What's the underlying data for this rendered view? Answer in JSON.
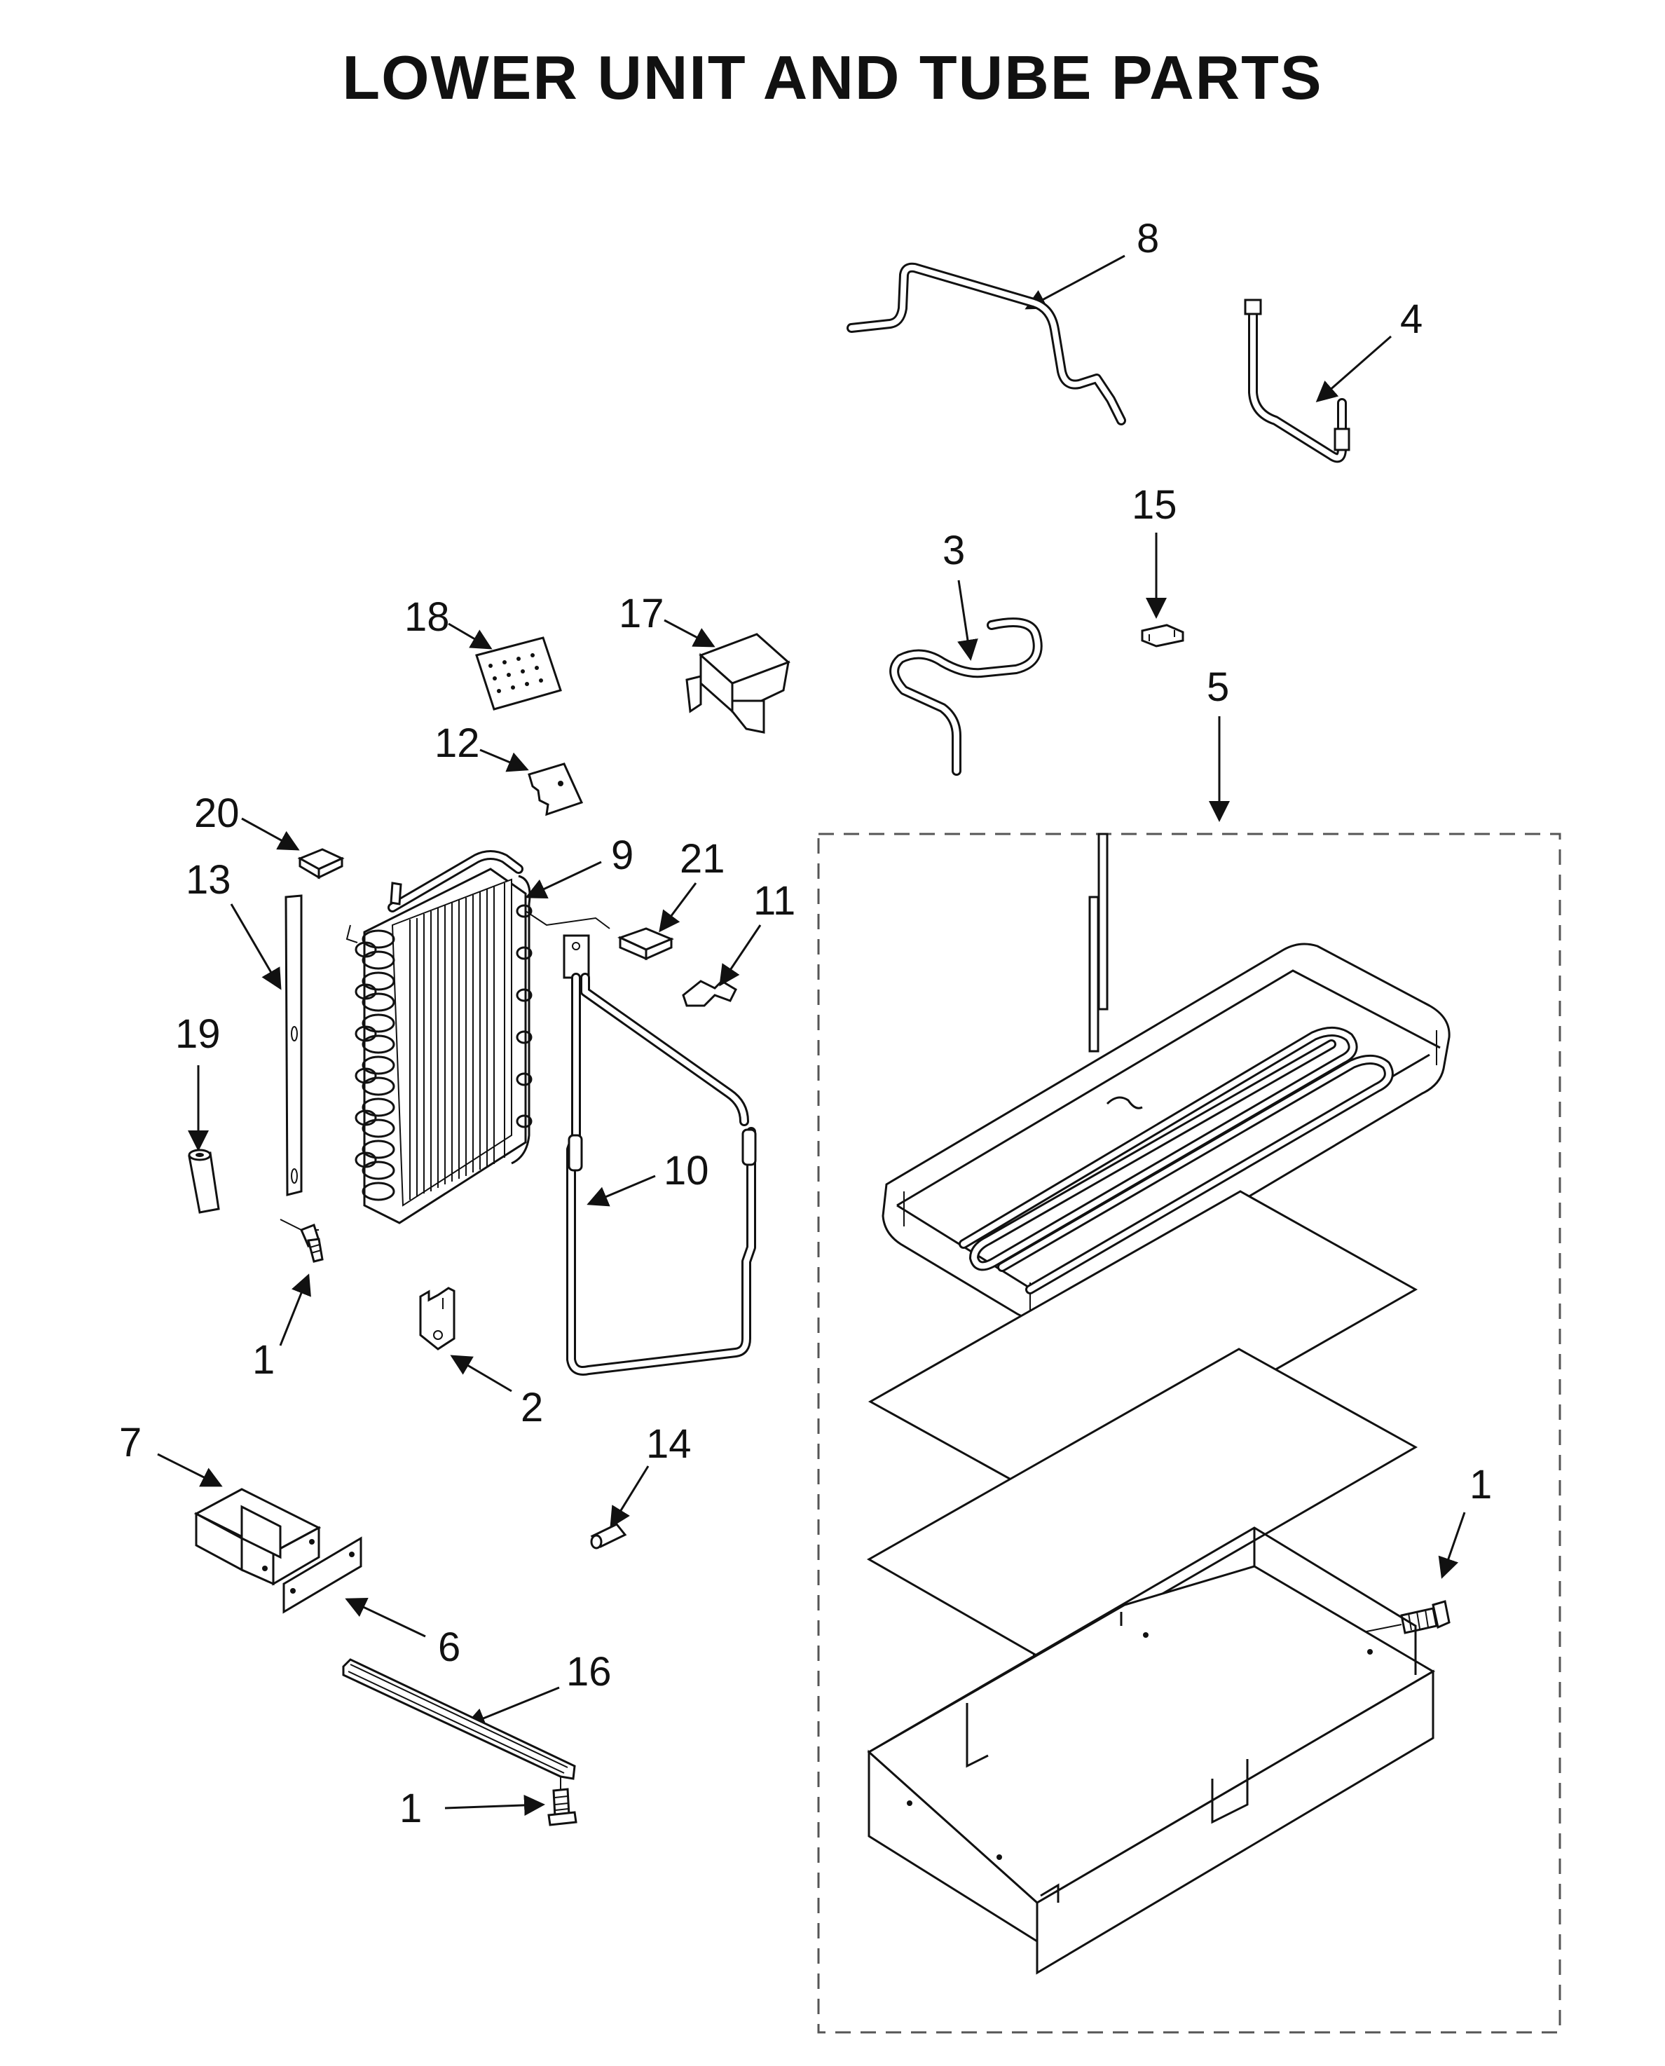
{
  "title": "LOWER UNIT AND TUBE PARTS",
  "callouts": [
    {
      "id": "c8",
      "label": "8"
    },
    {
      "id": "c4",
      "label": "4"
    },
    {
      "id": "c15",
      "label": "15"
    },
    {
      "id": "c3",
      "label": "3"
    },
    {
      "id": "c5",
      "label": "5"
    },
    {
      "id": "c18",
      "label": "18"
    },
    {
      "id": "c17",
      "label": "17"
    },
    {
      "id": "c12",
      "label": "12"
    },
    {
      "id": "c20",
      "label": "20"
    },
    {
      "id": "c9",
      "label": "9"
    },
    {
      "id": "c21",
      "label": "21"
    },
    {
      "id": "c11",
      "label": "11"
    },
    {
      "id": "c13",
      "label": "13"
    },
    {
      "id": "c19",
      "label": "19"
    },
    {
      "id": "c10",
      "label": "10"
    },
    {
      "id": "c1a",
      "label": "1"
    },
    {
      "id": "c2",
      "label": "2"
    },
    {
      "id": "c7",
      "label": "7"
    },
    {
      "id": "c14",
      "label": "14"
    },
    {
      "id": "c1b",
      "label": "1"
    },
    {
      "id": "c6",
      "label": "6"
    },
    {
      "id": "c16",
      "label": "16"
    },
    {
      "id": "c1c",
      "label": "1"
    }
  ]
}
